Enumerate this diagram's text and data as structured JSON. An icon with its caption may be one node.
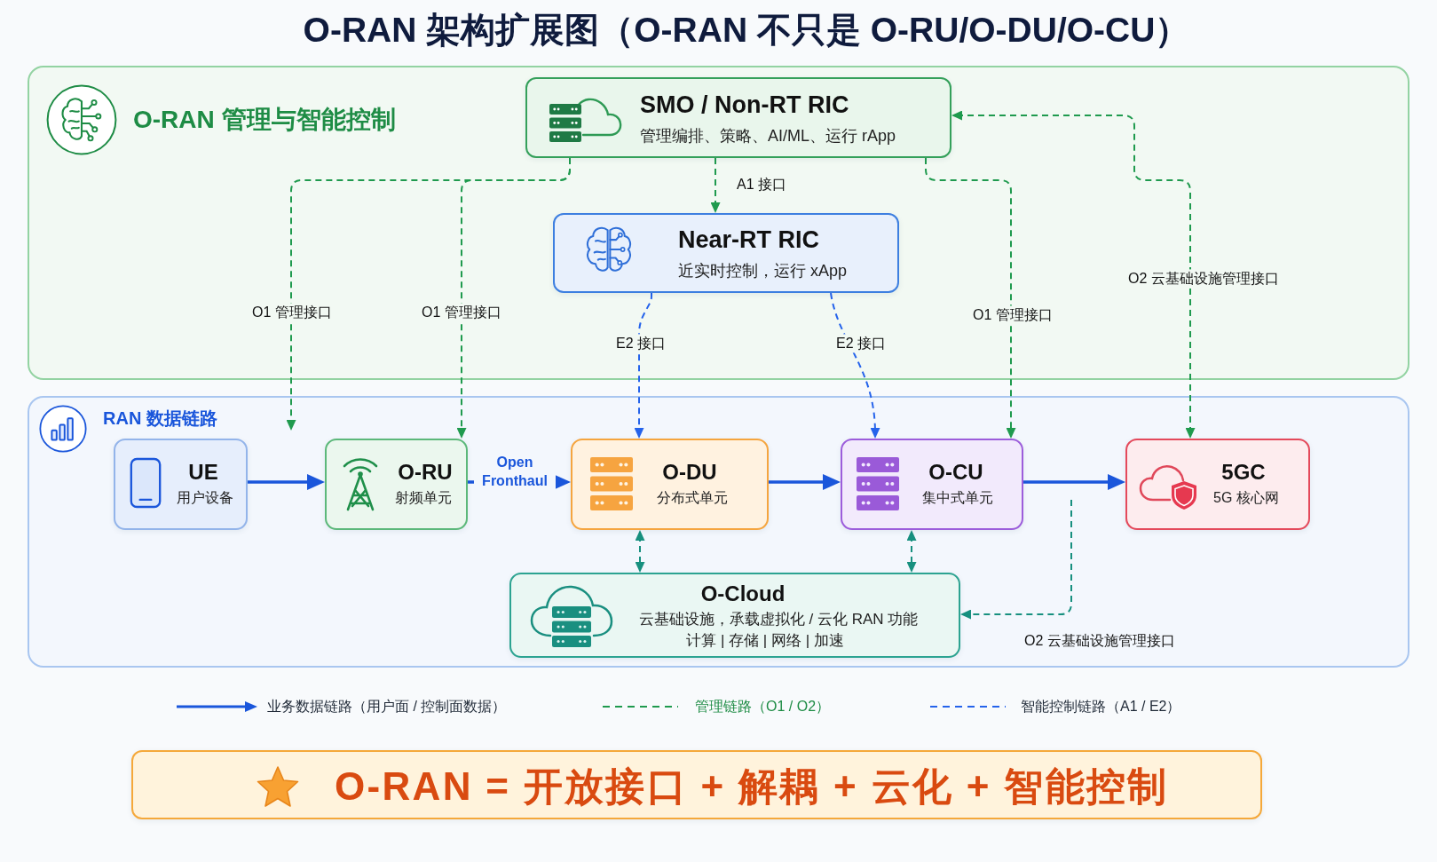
{
  "diagram": {
    "title": "O-RAN 架构扩展图（O-RAN 不只是 O-RU/O-DU/O-CU）",
    "nodes": [
      {
        "text": [
          "O-RAN 管理与智能控制"
        ]
      },
      {
        "text": [
          "SMO / Non-RT RIC",
          "管理编排、策略、AI/ML、运行 rApp"
        ],
        "in": 0
      },
      {
        "text": [
          "Near-RT RIC",
          "近实时控制，运行 xApp"
        ],
        "in": 0
      },
      {
        "text": [
          "RAN 数据链路"
        ]
      },
      {
        "text": [
          "UE",
          "用户设备"
        ],
        "in": 3
      },
      {
        "text": [
          "O-RU",
          "射频单元"
        ],
        "in": 3
      },
      {
        "text": [
          "O-DU",
          "分布式单元"
        ],
        "in": 3
      },
      {
        "text": [
          "O-CU",
          "集中式单元"
        ],
        "in": 3
      },
      {
        "text": [
          "5GC",
          "5G 核心网"
        ],
        "in": 3
      },
      {
        "text": [
          "O-Cloud",
          "云基础设施，承载虚拟化 / 云化 RAN 功能",
          "计算 | 存储 | 网络 | 加速"
        ],
        "in": 3
      },
      {
        "text": [
          "O-RAN = 开放接口 + 解耦 + 云化 + 智能控制"
        ]
      }
    ],
    "edges": [
      {
        "from": 1,
        "to": 3,
        "arrow": "to",
        "label": "O1 管理接口",
        "style": "dashed"
      },
      {
        "from": 1,
        "to": 5,
        "arrow": "to",
        "label": "O1 管理接口",
        "style": "dashed"
      },
      {
        "from": 1,
        "to": 2,
        "arrow": "to",
        "label": "A1 接口",
        "style": "dashed"
      },
      {
        "from": 1,
        "to": 7,
        "arrow": "to",
        "label": "O1 管理接口",
        "style": "dashed"
      },
      {
        "from": 1,
        "to": 8,
        "arrow": "both",
        "label": "O2 云基础设施管理接口",
        "style": "dashed"
      },
      {
        "from": 2,
        "to": 6,
        "arrow": "to",
        "label": "E2 接口",
        "style": "dashed",
        "color": "#2563eb"
      },
      {
        "from": 2,
        "to": 7,
        "arrow": "to",
        "label": "E2 接口",
        "style": "dashed",
        "color": "#2563eb"
      },
      {
        "from": 4,
        "to": 5,
        "arrow": "to",
        "color": "#1a56db"
      },
      {
        "from": 5,
        "to": 6,
        "arrow": "to",
        "label": "Open Fronthaul",
        "color": "#1a56db"
      },
      {
        "from": 6,
        "to": 7,
        "arrow": "to",
        "color": "#1a56db"
      },
      {
        "from": 7,
        "to": 8,
        "arrow": "to",
        "color": "#1a56db"
      },
      {
        "from": 6,
        "to": 9,
        "arrow": "both",
        "style": "dashed",
        "color": "#17907f"
      },
      {
        "from": 7,
        "to": 9,
        "arrow": "both",
        "style": "dashed",
        "color": "#17907f"
      },
      {
        "from": null,
        "to": 9,
        "arrow": "to",
        "label": "O2 云基础设施管理接口",
        "style": "dashed",
        "color": "#17907f"
      }
    ],
    "legend": [
      {
        "text": "业务数据链路（用户面 / 控制面数据）"
      },
      {
        "text": "管理链路（O1 / O2）"
      },
      {
        "text": "智能控制链路（A1 / E2）"
      }
    ]
  }
}
